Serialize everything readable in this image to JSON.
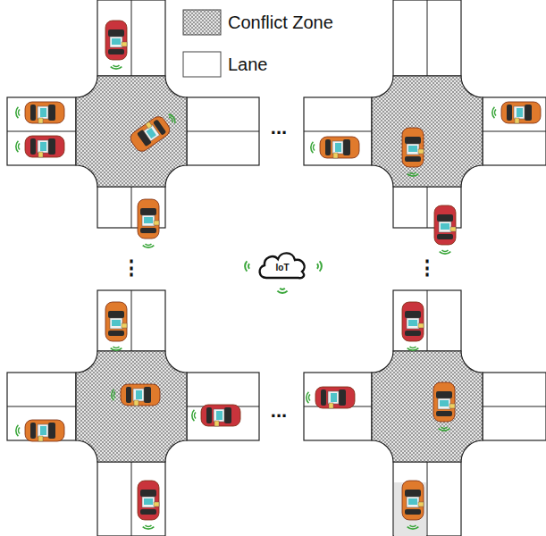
{
  "diagram": {
    "nodes": [
      {
        "text": [
          "IoT"
        ]
      }
    ],
    "labels": [
      "...",
      "...",
      "⋮",
      "⋮"
    ],
    "legend": [
      {
        "text": "Conflict Zone"
      },
      {
        "text": "Lane",
        "color": "#ffffff"
      }
    ]
  }
}
